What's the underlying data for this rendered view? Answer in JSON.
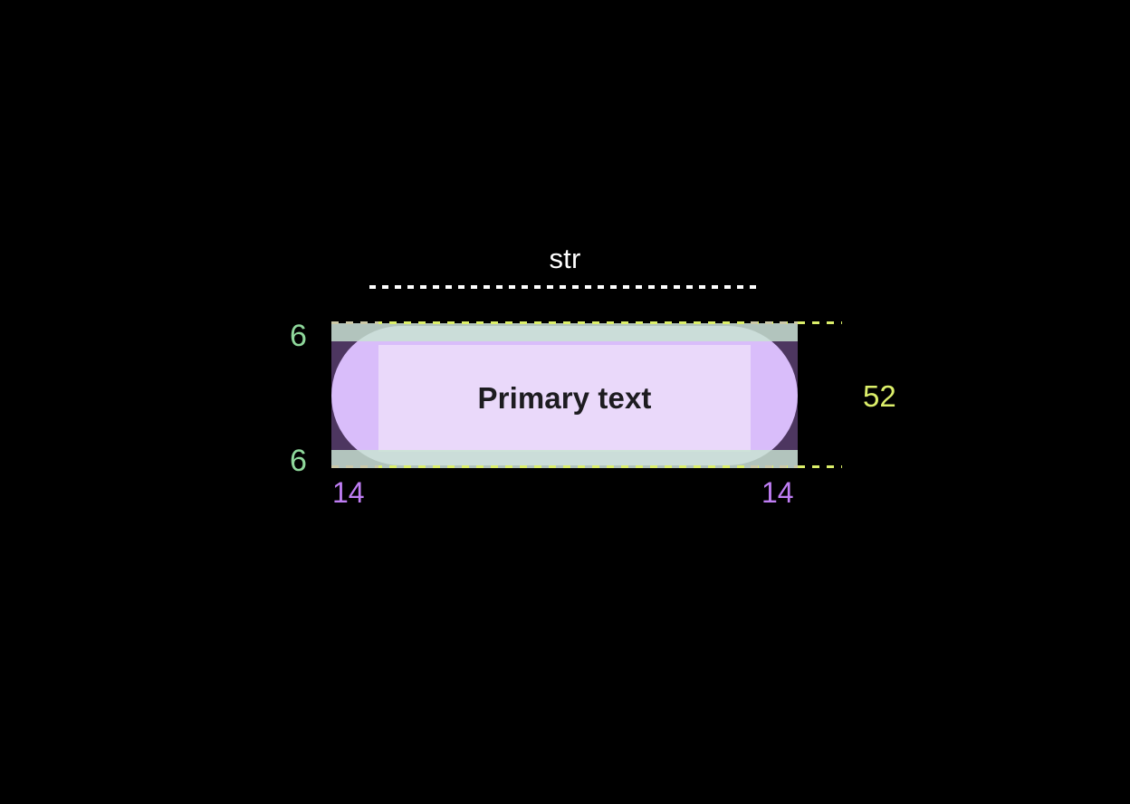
{
  "overlay": {
    "type": "layout-spacing-inspector",
    "background_color": "#000000",
    "component_label": {
      "text": "str",
      "color": "#ffffff",
      "rule_style": "dashed",
      "rule_color": "#ffffff"
    },
    "component": {
      "text": "Primary text",
      "text_color": "#1d1c20",
      "shape": "pill",
      "fill_color": "#d9bdfa",
      "content_area_color": "#ead9fa"
    },
    "measurements": [
      {
        "name": "padding-top",
        "value": "6",
        "color": "#8fd89b",
        "axis": "vertical",
        "position": "top-left"
      },
      {
        "name": "padding-bottom",
        "value": "6",
        "color": "#8fd89b",
        "axis": "vertical",
        "position": "bottom-left"
      },
      {
        "name": "padding-left",
        "value": "14",
        "color": "#c07ef5",
        "axis": "horizontal",
        "position": "bottom-left"
      },
      {
        "name": "padding-right",
        "value": "14",
        "color": "#c07ef5",
        "axis": "horizontal",
        "position": "bottom-right"
      },
      {
        "name": "height",
        "value": "52",
        "color": "#dcef6a",
        "axis": "vertical",
        "position": "right"
      }
    ],
    "regions": {
      "horizontal_padding_fill": "#4d3660",
      "vertical_padding_fill": "#c8e4d2",
      "outline_dash_color": "#dcef6a",
      "corner_dash_color": "#ccc9a8"
    }
  }
}
